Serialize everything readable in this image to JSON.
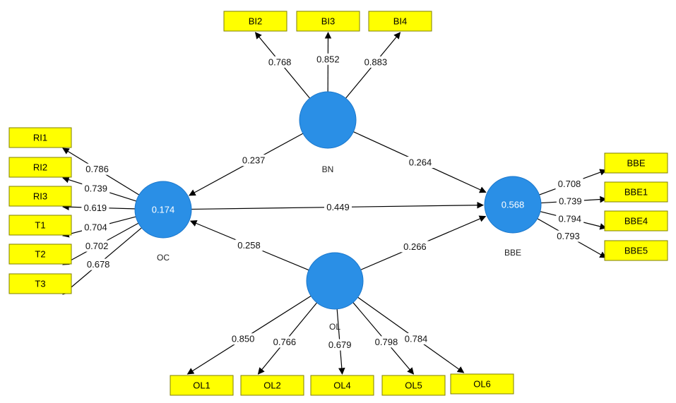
{
  "latent_variables": {
    "BN": {
      "name": "BN",
      "r2": ""
    },
    "OC": {
      "name": "OC",
      "r2": "0.174"
    },
    "BBE": {
      "name": "BBE",
      "r2": "0.568"
    },
    "OL": {
      "name": "OL",
      "r2": ""
    }
  },
  "indicators": {
    "BI2": "BI2",
    "BI3": "BI3",
    "BI4": "BI4",
    "RI1": "RI1",
    "RI2": "RI2",
    "RI3": "RI3",
    "T1": "T1",
    "T2": "T2",
    "T3": "T3",
    "BBE": "BBE",
    "BBE1": "BBE1",
    "BBE4": "BBE4",
    "BBE5": "BBE5",
    "OL1": "OL1",
    "OL2": "OL2",
    "OL4": "OL4",
    "OL5": "OL5",
    "OL6": "OL6"
  },
  "path_coefficients": {
    "BN_OC": "0.237",
    "BN_BBE": "0.264",
    "OC_BBE": "0.449",
    "OL_OC": "0.258",
    "OL_BBE": "0.266"
  },
  "outer_loadings": {
    "BI2": "0.768",
    "BI3": "0.852",
    "BI4": "0.883",
    "RI1": "0.786",
    "RI2": "0.739",
    "RI3": "0.619",
    "T1": "0.704",
    "T2": "0.702",
    "T3": "0.678",
    "BBE": "0.708",
    "BBE1": "0.739",
    "BBE4": "0.794",
    "BBE5": "0.793",
    "OL1": "0.850",
    "OL2": "0.766",
    "OL4": "0.679",
    "OL5": "0.798",
    "OL6": "0.784"
  },
  "colors": {
    "latent_fill": "#2a8fe6",
    "indicator_fill": "#ffff00",
    "edge": "#000000"
  }
}
